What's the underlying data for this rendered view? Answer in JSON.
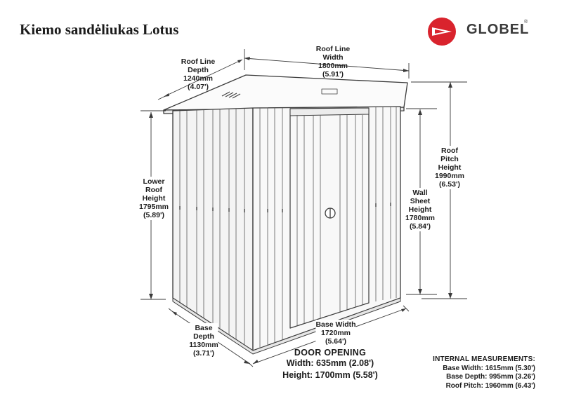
{
  "title": "Kiemo sandėliukas Lotus",
  "brand": {
    "name": "GLOBEL",
    "mark": "®",
    "accent": "#d9232d"
  },
  "labels": {
    "roof_line_depth": [
      "Roof Line",
      "Depth",
      "1240mm",
      "(4.07')"
    ],
    "roof_line_width": [
      "Roof Line",
      "Width",
      "1800mm",
      "(5.91')"
    ],
    "lower_roof_height": [
      "Lower",
      "Roof",
      "Height",
      "1795mm",
      "(5.89')"
    ],
    "roof_pitch_height": [
      "Roof",
      "Pitch",
      "Height",
      "1990mm",
      "(6.53')"
    ],
    "wall_sheet_height": [
      "Wall",
      "Sheet",
      "Height",
      "1780mm",
      "(5.84')"
    ],
    "base_depth": [
      "Base",
      "Depth",
      "1130mm",
      "(3.71')"
    ],
    "base_width": [
      "Base Width",
      "1720mm",
      "(5.64')"
    ]
  },
  "door_opening": {
    "heading": "DOOR OPENING",
    "width": "Width: 635mm (2.08')",
    "height": "Height: 1700mm (5.58')"
  },
  "internal": {
    "heading": "INTERNAL MEASUREMENTS:",
    "lines": [
      "Base Width: 1615mm (5.30')",
      "Base Depth: 995mm (3.26')",
      "Roof Pitch: 1960mm (6.43')"
    ]
  },
  "colors": {
    "line": "#3a3a3a",
    "shed_fill": "#f6f6f6"
  }
}
